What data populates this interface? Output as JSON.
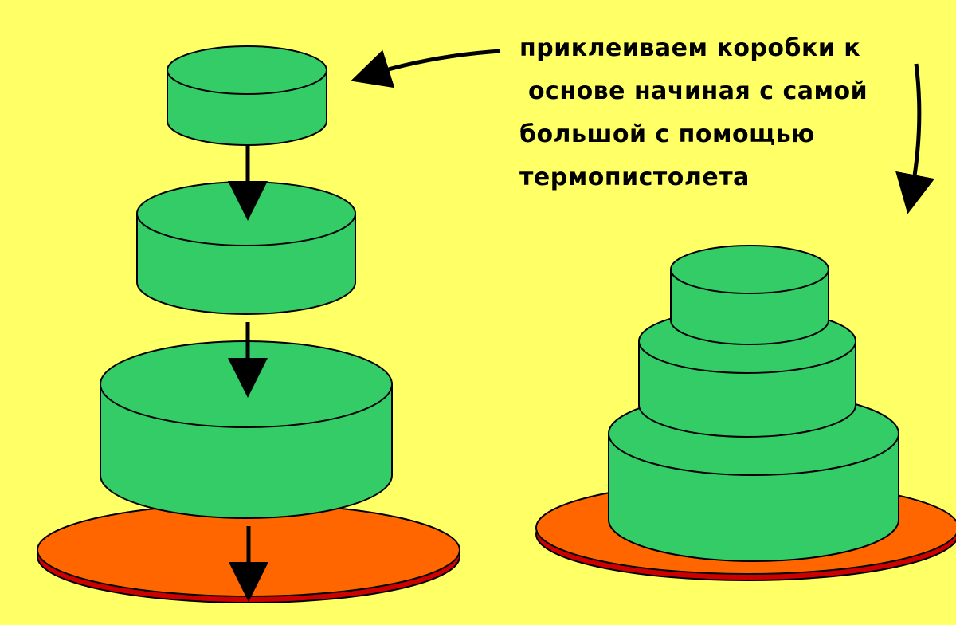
{
  "instruction": {
    "lines": [
      "приклеиваем коробки к",
      " основе начиная с самой",
      "большой с помощью",
      "термопистолета"
    ]
  },
  "colors": {
    "background": "#ffff66",
    "box_fill": "#33cc66",
    "base_top": "#ff6600",
    "base_rim": "#cc0000",
    "outline": "#000000"
  },
  "icons": [
    "arrow-down-icon",
    "arrow-curved-icon"
  ]
}
